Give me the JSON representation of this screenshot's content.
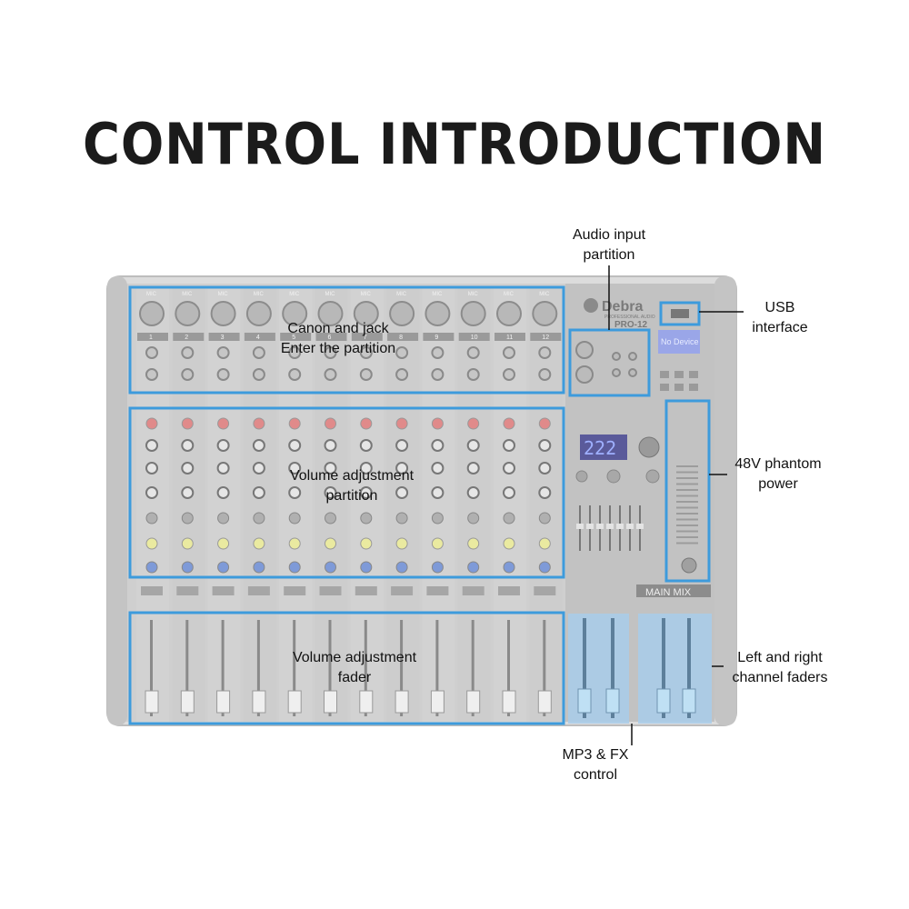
{
  "title": "CONTROL INTRODUCTION",
  "mixer": {
    "brand": "Debra",
    "brand_sub": "PROFESSIONAL AUDIO",
    "model": "PRO-12",
    "screen_text": "No Device",
    "fx_display": "222",
    "main_mix": "MAIN MIX",
    "input_label": "MIC",
    "channels": [
      "1",
      "2",
      "3",
      "4",
      "5",
      "6",
      "7",
      "8",
      "9",
      "10",
      "11",
      "12"
    ]
  },
  "callouts": {
    "audio_input": [
      "Audio input",
      "partition"
    ],
    "usb": [
      "USB",
      "interface"
    ],
    "canon_jack": [
      "Canon and jack",
      "Enter the partition"
    ],
    "volume_adjust": [
      "Volume adjustment",
      "partition"
    ],
    "phantom": [
      "48V phantom",
      "power"
    ],
    "fader": [
      "Volume adjustment",
      "fader"
    ],
    "lr_faders": [
      "Left and right",
      "channel faders"
    ],
    "mp3_fx": [
      "MP3 & FX",
      "control"
    ]
  },
  "colors": {
    "highlight": "#3d9bdc",
    "highlight_fill": "#a8cdea",
    "body": "#d8d8d8",
    "panel": "#c9c9c9",
    "title": "#1b1b1b"
  }
}
